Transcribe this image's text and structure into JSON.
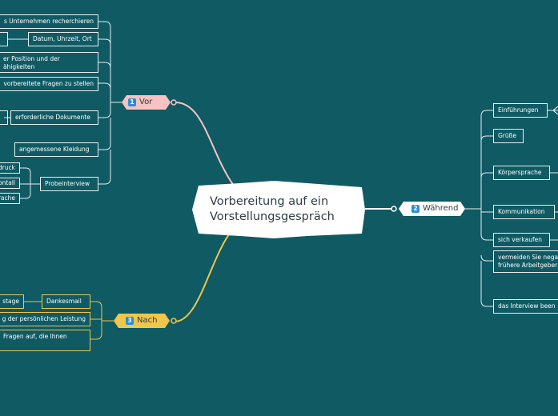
{
  "title": [
    "Vorbereitung auf ein",
    "Vorstellungsgespräch"
  ],
  "colors": {
    "background": "#0f5a63",
    "vor": "#f7c2c2",
    "waehrend": "#ffffff",
    "nach": "#f0c64b",
    "badge": "#2a8fd6"
  },
  "branches": {
    "vor": {
      "number": "1",
      "label": "Vor",
      "items": [
        "s Unternehmen recherchieren",
        "Datum, Uhrzeit, Ort",
        "er Position und der",
        "ähigkeiten",
        "vorbereitete Fragen zu stellen",
        "erforderliche Dokumente",
        "angemessene Kleidung",
        "Probeinterview"
      ],
      "sub_items": [
        "druck",
        "ontall",
        "rache"
      ]
    },
    "waehrend": {
      "number": "2",
      "label": "Während",
      "items": [
        "Einführungen",
        "Grüße",
        "Körpersprache",
        "Kommunikation",
        "sich verkaufen",
        "vermeiden Sie nega",
        "frühere Arbeitgeber",
        "das Interview been"
      ]
    },
    "nach": {
      "number": "3",
      "label": "Nach",
      "items": [
        "Dankesmail",
        "stage",
        "g der persönlichen Leistung",
        "Fragen auf, die Ihnen"
      ]
    }
  }
}
